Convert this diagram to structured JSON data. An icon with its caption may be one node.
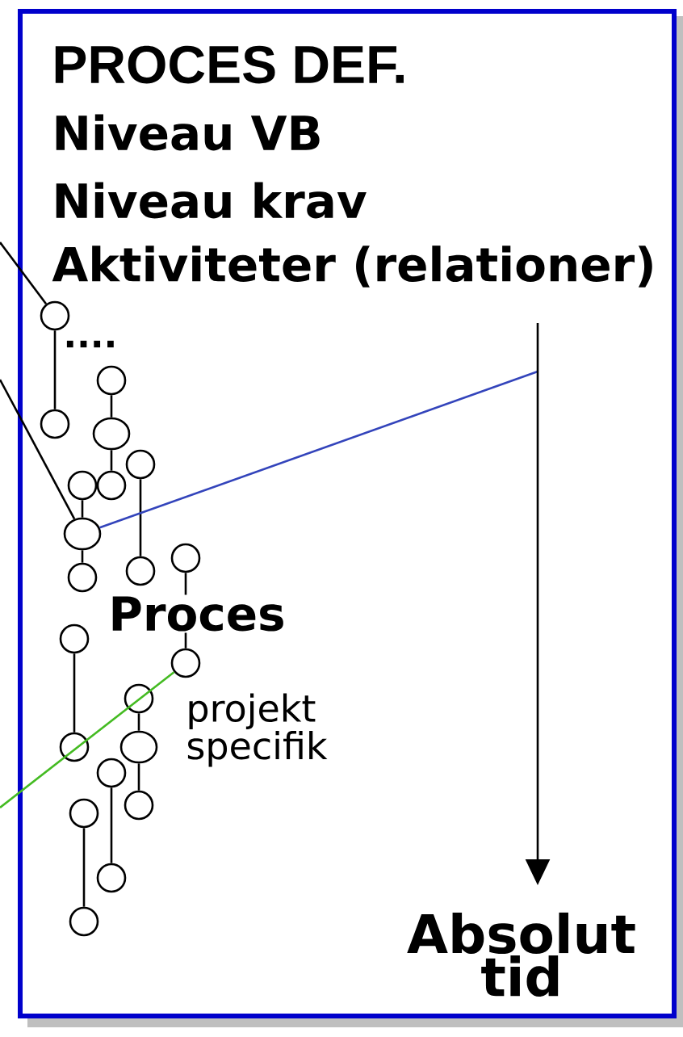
{
  "diagram": {
    "nodes": [
      {
        "text": [
          "PROCES DEF.",
          "Niveau VB",
          "Niveau krav",
          "Aktiviteter (relationer)"
        ]
      },
      {
        "text": [],
        "shape": "circle",
        "in": 0
      },
      {
        "text": [],
        "shape": "circle",
        "in": 0
      },
      {
        "text": [],
        "shape": "circle",
        "in": 0
      },
      {
        "text": [],
        "shape": "circle",
        "in": 0
      },
      {
        "text": [],
        "shape": "circle",
        "in": 0
      },
      {
        "text": [],
        "shape": "circle",
        "in": 0
      },
      {
        "text": [],
        "shape": "circle",
        "in": 0
      },
      {
        "text": [],
        "shape": "circle",
        "in": 0
      },
      {
        "text": [],
        "shape": "circle",
        "in": 0
      },
      {
        "text": [],
        "shape": "circle",
        "in": 0
      },
      {
        "text": [],
        "shape": "circle",
        "in": 0
      },
      {
        "text": [],
        "shape": "circle",
        "in": 0
      },
      {
        "text": [],
        "shape": "circle",
        "in": 0
      },
      {
        "text": [],
        "shape": "circle",
        "in": 0
      },
      {
        "text": [],
        "shape": "circle",
        "in": 0
      },
      {
        "text": [],
        "shape": "circle",
        "in": 0
      },
      {
        "text": [],
        "shape": "circle",
        "in": 0
      },
      {
        "text": [],
        "shape": "circle",
        "in": 0
      },
      {
        "text": [],
        "shape": "circle",
        "in": 0
      },
      {
        "text": [],
        "shape": "circle",
        "in": 0
      },
      {
        "text": [],
        "shape": "circle",
        "in": 0
      }
    ],
    "edges": [
      {
        "from": 1,
        "to": 3,
        "arrow": "none"
      },
      {
        "from": 2,
        "to": 4,
        "arrow": "none"
      },
      {
        "from": 4,
        "to": 7,
        "arrow": "none"
      },
      {
        "from": 6,
        "to": 8,
        "arrow": "none"
      },
      {
        "from": 8,
        "to": 11,
        "arrow": "none"
      },
      {
        "from": 5,
        "to": 10,
        "arrow": "none"
      },
      {
        "from": 9,
        "to": 13,
        "arrow": "none"
      },
      {
        "from": 12,
        "to": 15,
        "arrow": "none"
      },
      {
        "from": 14,
        "to": 16,
        "arrow": "none"
      },
      {
        "from": 16,
        "to": 18,
        "arrow": "none"
      },
      {
        "from": 17,
        "to": 20,
        "arrow": "none"
      },
      {
        "from": 19,
        "to": 21,
        "arrow": "none"
      },
      {
        "from": null,
        "to": 1,
        "arrow": "none"
      },
      {
        "from": null,
        "to": 8,
        "arrow": "none"
      },
      {
        "from": null,
        "to": 13,
        "arrow": "none",
        "color": "#44bb22"
      },
      {
        "from": 8,
        "to": null,
        "arrow": "none",
        "color": "#3344bb"
      }
    ],
    "labels": [
      "....",
      "Proces",
      "projekt specifik",
      "Absolut tid"
    ]
  }
}
